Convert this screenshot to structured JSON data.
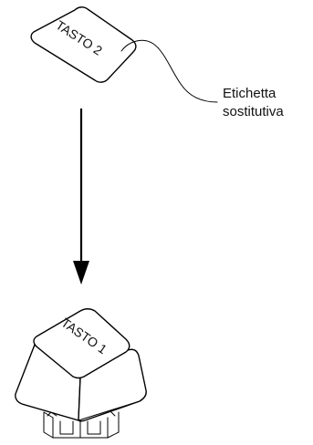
{
  "replacement_label": {
    "key_text": "TASTO 2"
  },
  "callout": {
    "line1": "Etichetta",
    "line2": "sostitutiva"
  },
  "keycap": {
    "key_text": "TASTO 1"
  },
  "colors": {
    "stroke": "#000000",
    "top_face": "#ffffff",
    "side_face": "#ffffff"
  }
}
